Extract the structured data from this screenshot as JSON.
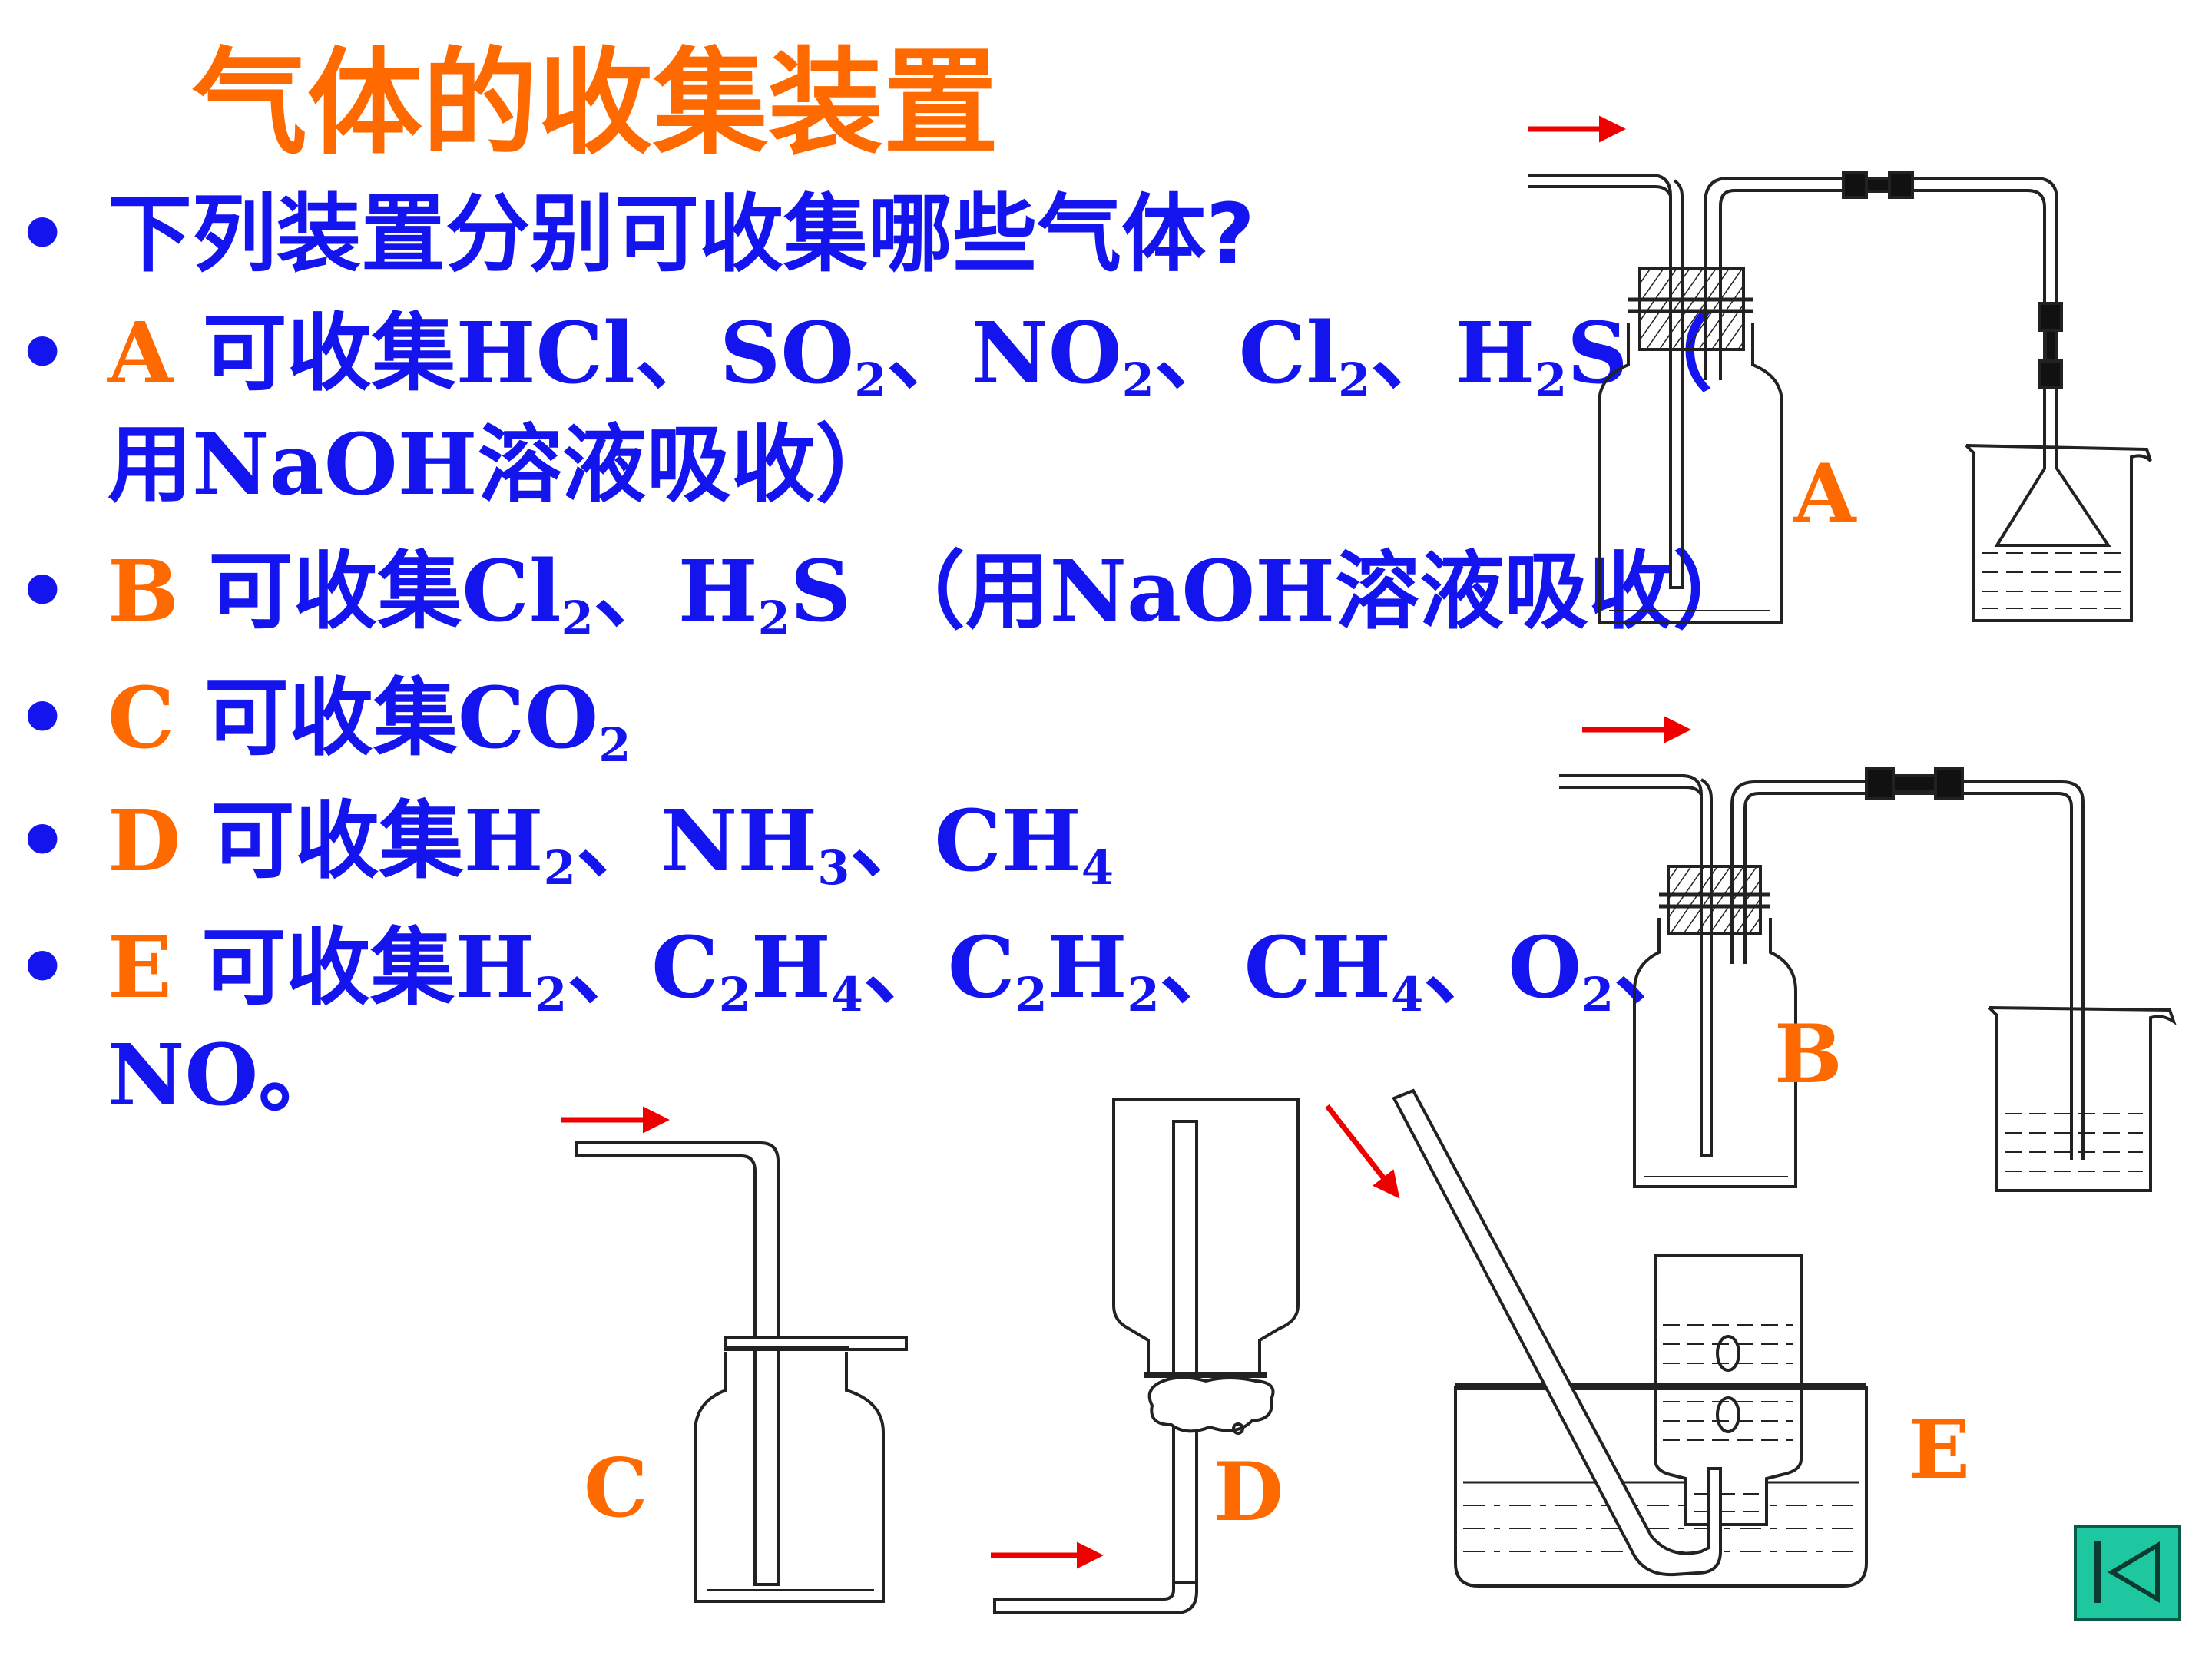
{
  "title": "气体的收集装置",
  "question": "下列装置分别可收集哪些气体?",
  "items": [
    {
      "key": "A",
      "text_html": " 可收集HCl、SO<sub>2</sub>、NO<sub>2</sub>、Cl<sub>2</sub>、H<sub>2</sub>S（",
      "cont": "用NaOH溶液吸收）"
    },
    {
      "key": "B",
      "text_html": " 可收集Cl<sub>2</sub>、H<sub>2</sub>S （用NaOH溶液吸收）"
    },
    {
      "key": "C",
      "text_html": " 可收集CO<sub>2</sub>"
    },
    {
      "key": "D",
      "text_html": " 可收集H<sub>2</sub>、NH<sub>3</sub>、CH<sub>4</sub>"
    },
    {
      "key": "E",
      "text_html": " 可收集H<sub>2</sub>、C<sub>2</sub>H<sub>4</sub>、C<sub>2</sub>H<sub>2</sub>、CH<sub>4</sub>、O<sub>2</sub>、",
      "cont": "NO。"
    }
  ],
  "labels": {
    "A": "A",
    "B": "B",
    "C": "C",
    "D": "D",
    "E": "E"
  },
  "colors": {
    "title": "#ff6a00",
    "text": "#1414ee",
    "arrow": "#ee0000",
    "nav": "#1fc7a0"
  },
  "icons": {
    "nav": "first-slide-icon"
  }
}
